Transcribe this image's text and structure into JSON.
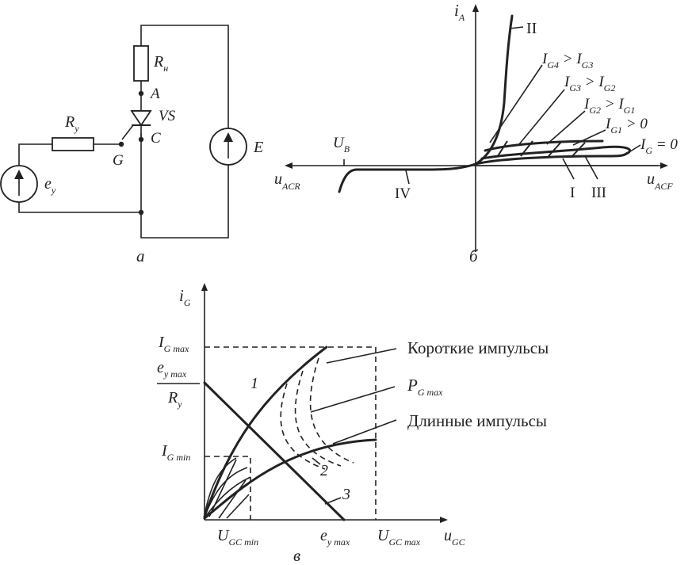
{
  "circuit": {
    "caption": "а",
    "labels": {
      "Rn": "R",
      "Rn_sub": "н",
      "A": "A",
      "VS": "VS",
      "C": "C",
      "Ry": "R",
      "Ry_sub": "у",
      "G": "G",
      "ey": "e",
      "ey_sub": "у",
      "E": "E"
    }
  },
  "vac": {
    "caption": "б",
    "labels": {
      "iA": "i",
      "iA_sub": "A",
      "II": "II",
      "IG4": "I",
      "IG4_sub": "G4",
      "IG4_rest": " > I",
      "IG4_sub2": "G3",
      "IG3": "I",
      "IG3_sub": "G3",
      "IG3_rest": " > I",
      "IG3_sub2": "G2",
      "IG2": "I",
      "IG2_sub": "G2",
      "IG2_rest": " > I",
      "IG2_sub2": "G1",
      "IG1": "I",
      "IG1_sub": "G1",
      "IG1_rest": " > 0",
      "IG0": "I",
      "IG0_sub": "G",
      "IG0_rest": " = 0",
      "UB": "U",
      "UB_sub": "B",
      "uACR": "u",
      "uACR_sub": "ACR",
      "uACF": "u",
      "uACF_sub": "ACF",
      "IV": "IV",
      "I": "I",
      "III": "III"
    }
  },
  "gate": {
    "caption": "в",
    "labels": {
      "iG": "i",
      "iG_sub": "G",
      "IGmax": "I",
      "IGmax_sub": "G max",
      "eymax_num": "e",
      "eymax_num_sub": "у max",
      "Ry_den": "R",
      "Ry_den_sub": "у",
      "IGmin": "I",
      "IGmin_sub": "G min",
      "short_pulses": "Короткие импульсы",
      "PGmax": "P",
      "PGmax_sub": "G max",
      "long_pulses": "Длинные импульсы",
      "curve1": "1",
      "curve2": "2",
      "curve3": "3",
      "UGCmin": "U",
      "UGCmin_sub": "GC min",
      "eymax_x": "e",
      "eymax_x_sub": "у max",
      "UGCmax": "U",
      "UGCmax_sub": "GC max",
      "uGC": "u",
      "uGC_sub": "GC"
    }
  }
}
